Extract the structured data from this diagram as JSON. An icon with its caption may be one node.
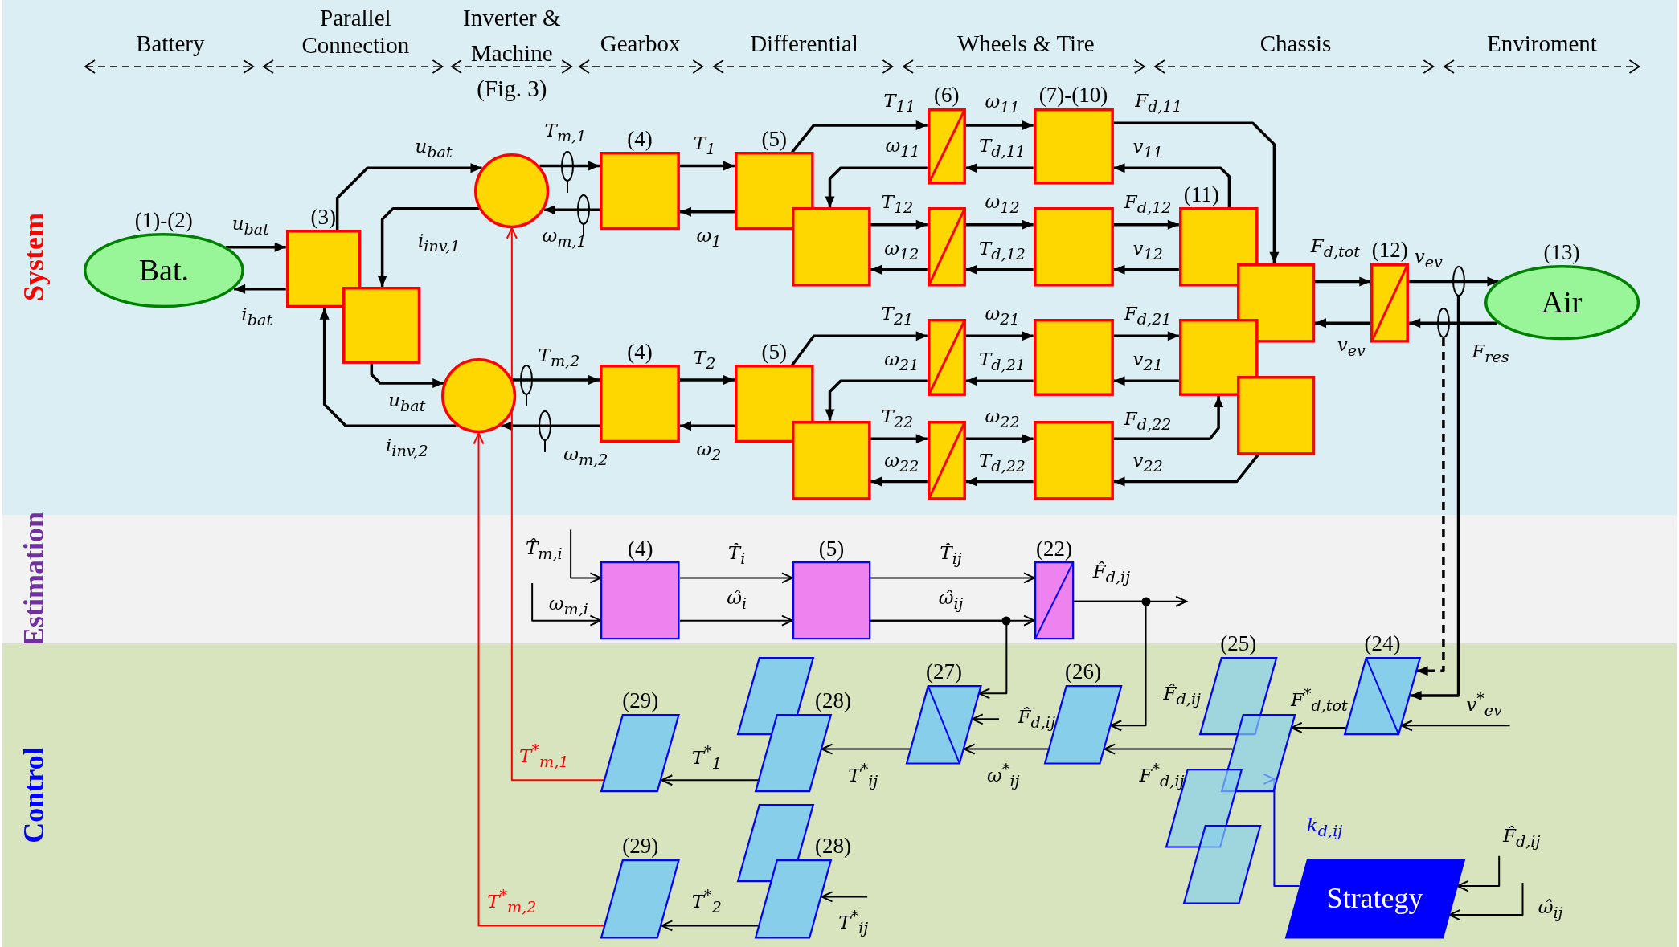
{
  "diagram": {
    "nodes": [
      {
        "text": [
          "System"
        ]
      },
      {
        "text": [
          "Bat."
        ],
        "beside": [
          "(1)-(2)"
        ],
        "in": 0
      },
      {
        "text": [],
        "shape": "box",
        "beside": [
          "(3)"
        ],
        "in": 0
      },
      {
        "text": [],
        "shape": "box",
        "in": 0
      },
      {
        "text": [],
        "shape": "circle",
        "in": 0
      },
      {
        "text": [],
        "shape": "circle",
        "in": 0
      },
      {
        "text": [],
        "shape": "box",
        "beside": [
          "(4)"
        ],
        "in": 0
      },
      {
        "text": [],
        "shape": "box",
        "beside": [
          "(4)"
        ],
        "in": 0
      },
      {
        "text": [],
        "shape": "box",
        "beside": [
          "(5)"
        ],
        "in": 0
      },
      {
        "text": [],
        "shape": "box",
        "in": 0
      },
      {
        "text": [],
        "shape": "box",
        "beside": [
          "(5)"
        ],
        "in": 0
      },
      {
        "text": [],
        "shape": "box",
        "in": 0
      },
      {
        "text": [],
        "shape": "box",
        "beside": [
          "(6)"
        ],
        "in": 0
      },
      {
        "text": [],
        "shape": "box",
        "in": 0
      },
      {
        "text": [],
        "shape": "box",
        "in": 0
      },
      {
        "text": [],
        "shape": "box",
        "in": 0
      },
      {
        "text": [],
        "shape": "box",
        "beside": [
          "(7)-(10)"
        ],
        "in": 0
      },
      {
        "text": [],
        "shape": "box",
        "in": 0
      },
      {
        "text": [],
        "shape": "box",
        "in": 0
      },
      {
        "text": [],
        "shape": "box",
        "in": 0
      },
      {
        "text": [],
        "shape": "box",
        "beside": [
          "(11)"
        ],
        "in": 0
      },
      {
        "text": [],
        "shape": "box",
        "in": 0
      },
      {
        "text": [],
        "shape": "box",
        "in": 0
      },
      {
        "text": [],
        "shape": "box",
        "in": 0
      },
      {
        "text": [],
        "shape": "box",
        "beside": [
          "(12)"
        ],
        "in": 0
      },
      {
        "text": [
          "Air"
        ],
        "beside": [
          "(13)"
        ],
        "in": 0
      },
      {
        "text": [
          "Estimation"
        ]
      },
      {
        "text": [],
        "shape": "box",
        "beside": [
          "(4)"
        ],
        "in": 26
      },
      {
        "text": [],
        "shape": "box",
        "beside": [
          "(5)"
        ],
        "in": 26
      },
      {
        "text": [],
        "shape": "box",
        "beside": [
          "(22)"
        ],
        "in": 26
      },
      {
        "text": [
          "Control"
        ]
      },
      {
        "text": [],
        "shape": "parallelogram",
        "beside": [
          "(29)"
        ],
        "in": 30
      },
      {
        "text": [],
        "shape": "parallelogram",
        "in": 30
      },
      {
        "text": [],
        "shape": "parallelogram",
        "beside": [
          "(28)"
        ],
        "in": 30
      },
      {
        "text": [],
        "shape": "parallelogram",
        "beside": [
          "(29)"
        ],
        "in": 30
      },
      {
        "text": [],
        "shape": "parallelogram",
        "in": 30
      },
      {
        "text": [],
        "shape": "parallelogram",
        "beside": [
          "(28)"
        ],
        "in": 30
      },
      {
        "text": [],
        "shape": "parallelogram",
        "beside": [
          "(27)"
        ],
        "in": 30
      },
      {
        "text": [],
        "shape": "parallelogram",
        "beside": [
          "(26)"
        ],
        "in": 30
      },
      {
        "text": [],
        "shape": "parallelogram",
        "beside": [
          "(25)"
        ],
        "in": 30
      },
      {
        "text": [],
        "shape": "parallelogram",
        "in": 30
      },
      {
        "text": [],
        "shape": "parallelogram",
        "in": 30
      },
      {
        "text": [],
        "shape": "parallelogram",
        "in": 30
      },
      {
        "text": [],
        "shape": "parallelogram",
        "beside": [
          "(24)"
        ],
        "in": 30
      },
      {
        "text": [
          "Strategy"
        ],
        "in": 30
      }
    ],
    "edges": [
      {
        "from": 1,
        "to": 2,
        "arrow": "to",
        "label": "u$_{bat}$"
      },
      {
        "from": 2,
        "to": 1,
        "arrow": "to",
        "label": "i$_{bat}$"
      },
      {
        "from": 2,
        "to": 4,
        "arrow": "to",
        "label": "u$_{bat}$"
      },
      {
        "from": 4,
        "to": 3,
        "arrow": "to",
        "label": "i$_{inv,1}$"
      },
      {
        "from": 3,
        "to": 5,
        "arrow": "to",
        "label": "u$_{bat}$"
      },
      {
        "from": 5,
        "to": 2,
        "arrow": "to",
        "label": "i$_{inv,2}$"
      },
      {
        "from": 4,
        "to": 6,
        "arrow": "to",
        "label": "T$_{m,1}$"
      },
      {
        "from": 6,
        "to": 4,
        "arrow": "to",
        "label": "ω$_{m,1}$"
      },
      {
        "from": 5,
        "to": 7,
        "arrow": "to",
        "label": "T$_{m,2}$"
      },
      {
        "from": 7,
        "to": 5,
        "arrow": "to",
        "label": "ω$_{m,2}$"
      },
      {
        "from": 6,
        "to": 8,
        "arrow": "to",
        "label": "T$_{1}$"
      },
      {
        "from": 8,
        "to": 6,
        "arrow": "to",
        "label": "ω$_{1}$"
      },
      {
        "from": 7,
        "to": 10,
        "arrow": "to",
        "label": "T$_{2}$"
      },
      {
        "from": 10,
        "to": 7,
        "arrow": "to",
        "label": "ω$_{2}$"
      },
      {
        "from": 8,
        "to": 12,
        "arrow": "to",
        "label": "T$_{11}$"
      },
      {
        "from": 12,
        "to": 9,
        "arrow": "to",
        "label": "ω$_{11}$"
      },
      {
        "from": 9,
        "to": 13,
        "arrow": "to",
        "label": "T$_{12}$"
      },
      {
        "from": 13,
        "to": 9,
        "arrow": "to",
        "label": "ω$_{12}$"
      },
      {
        "from": 10,
        "to": 14,
        "arrow": "to",
        "label": "T$_{21}$"
      },
      {
        "from": 14,
        "to": 11,
        "arrow": "to",
        "label": "ω$_{21}$"
      },
      {
        "from": 11,
        "to": 15,
        "arrow": "to",
        "label": "T$_{22}$"
      },
      {
        "from": 15,
        "to": 11,
        "arrow": "to",
        "label": "ω$_{22}$"
      },
      {
        "from": 12,
        "to": 16,
        "arrow": "to",
        "label": "ω$_{11}$"
      },
      {
        "from": 16,
        "to": 12,
        "arrow": "to",
        "label": "T$_{d,11}$"
      },
      {
        "from": 13,
        "to": 17,
        "arrow": "to",
        "label": "ω$_{12}$"
      },
      {
        "from": 17,
        "to": 13,
        "arrow": "to",
        "label": "T$_{d,12}$"
      },
      {
        "from": 14,
        "to": 18,
        "arrow": "to",
        "label": "ω$_{21}$"
      },
      {
        "from": 18,
        "to": 14,
        "arrow": "to",
        "label": "T$_{d,21}$"
      },
      {
        "from": 15,
        "to": 19,
        "arrow": "to",
        "label": "ω$_{22}$"
      },
      {
        "from": 19,
        "to": 15,
        "arrow": "to",
        "label": "T$_{d,22}$"
      },
      {
        "from": 16,
        "to": 21,
        "arrow": "to",
        "label": "F$_{d,11}$"
      },
      {
        "from": 20,
        "to": 16,
        "arrow": "to",
        "label": "v$_{11}$"
      },
      {
        "from": 17,
        "to": 20,
        "arrow": "to",
        "label": "F$_{d,12}$"
      },
      {
        "from": 20,
        "to": 17,
        "arrow": "to",
        "label": "v$_{12}$"
      },
      {
        "from": 18,
        "to": 22,
        "arrow": "to",
        "label": "F$_{d,21}$"
      },
      {
        "from": 22,
        "to": 18,
        "arrow": "to",
        "label": "v$_{21}$"
      },
      {
        "from": 19,
        "to": 22,
        "arrow": "to",
        "label": "F$_{d,22}$"
      },
      {
        "from": 23,
        "to": 19,
        "arrow": "to",
        "label": "v$_{22}$"
      },
      {
        "from": 21,
        "to": 24,
        "arrow": "to",
        "label": "F$_{d,tot}$"
      },
      {
        "from": 24,
        "to": 21,
        "arrow": "to",
        "label": "v$_{ev}$"
      },
      {
        "from": 24,
        "to": 25,
        "arrow": "to",
        "label": "v$_{ev}$"
      },
      {
        "from": 25,
        "to": 24,
        "arrow": "to",
        "label": "F$_{res}$"
      },
      {
        "from": null,
        "to": 43,
        "arrow": "to",
        "style": "dashed"
      },
      {
        "from": null,
        "to": 43,
        "arrow": "to"
      },
      {
        "from": 31,
        "to": 4,
        "arrow": "to",
        "label": "T$^{*}$$_{m,1}$",
        "color": "#ff0000"
      },
      {
        "from": 34,
        "to": 5,
        "arrow": "to",
        "label": "T$^{*}$$_{m,2}$",
        "color": "#ff0000"
      },
      {
        "from": null,
        "to": 27,
        "arrow": "to",
        "label": "T̂$_{m,i}$"
      },
      {
        "from": null,
        "to": 27,
        "arrow": "to",
        "label": "ω$_{m,i}$"
      },
      {
        "from": 27,
        "to": 28,
        "arrow": "to",
        "label": "T̂$_{i}$"
      },
      {
        "from": 27,
        "to": 28,
        "arrow": "to",
        "label": "ω̂$_{i}$"
      },
      {
        "from": 28,
        "to": 29,
        "arrow": "to",
        "label": "T̂$_{ij}$"
      },
      {
        "from": 28,
        "to": 29,
        "arrow": "to",
        "label": "ω̂$_{ij}$"
      },
      {
        "from": 29,
        "to": null,
        "arrow": "to",
        "label": "F̂$_{d,ij}$"
      },
      {
        "from": 29,
        "to": 38,
        "arrow": "to",
        "label": "F̂$_{d,ij}$"
      },
      {
        "from": 28,
        "to": 37,
        "arrow": "to"
      },
      {
        "from": null,
        "to": 37,
        "arrow": "to",
        "label": "F̂$_{d,ij}$"
      },
      {
        "from": 38,
        "to": 37,
        "arrow": "to",
        "label": "ω$^{*}$$_{ij}$"
      },
      {
        "from": 37,
        "to": 33,
        "arrow": "to",
        "label": "T$^{*}$$_{ij}$"
      },
      {
        "from": 33,
        "to": 31,
        "arrow": "to",
        "label": "T$^{*}$$_{1}$"
      },
      {
        "from": null,
        "to": 36,
        "arrow": "to",
        "label": "T$^{*}$$_{ij}$"
      },
      {
        "from": 36,
        "to": 34,
        "arrow": "to",
        "label": "T$^{*}$$_{2}$"
      },
      {
        "from": 40,
        "to": 38,
        "arrow": "to",
        "label": "F$^{*}$$_{d,ij}$"
      },
      {
        "from": 43,
        "to": 40,
        "arrow": "to",
        "label": "F$^{*}$$_{d,tot}$"
      },
      {
        "from": null,
        "to": 43,
        "arrow": "to",
        "label": "v$^{*}$$_{ev}$"
      },
      {
        "from": 44,
        "to": 40,
        "arrow": "to",
        "label": "k$_{d,ij}$",
        "color": "#0000ff"
      },
      {
        "from": null,
        "to": 44,
        "arrow": "to",
        "label": "F̂$_{d,ij}$"
      },
      {
        "from": null,
        "to": 44,
        "arrow": "to",
        "label": "ω̂$_{ij}$"
      }
    ],
    "labels": [
      "Battery",
      "Parallel Connection",
      "Inverter & Machine (Fig. 3)",
      "Gearbox",
      "Differential",
      "Wheels & Tire",
      "Chassis",
      "Enviroment"
    ]
  }
}
